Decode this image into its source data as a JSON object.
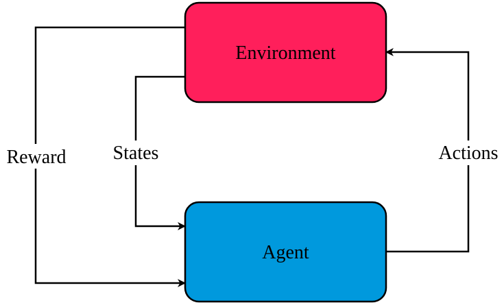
{
  "diagram": {
    "nodes": {
      "environment": {
        "label": "Environment",
        "color": "#ff1f5b"
      },
      "agent": {
        "label": "Agent",
        "color": "#0099dd"
      }
    },
    "edges": {
      "reward": {
        "label": "Reward",
        "from": "environment",
        "to": "agent"
      },
      "states": {
        "label": "States",
        "from": "environment",
        "to": "agent"
      },
      "actions": {
        "label": "Actions",
        "from": "agent",
        "to": "environment"
      }
    },
    "stroke_color": "#000000"
  }
}
